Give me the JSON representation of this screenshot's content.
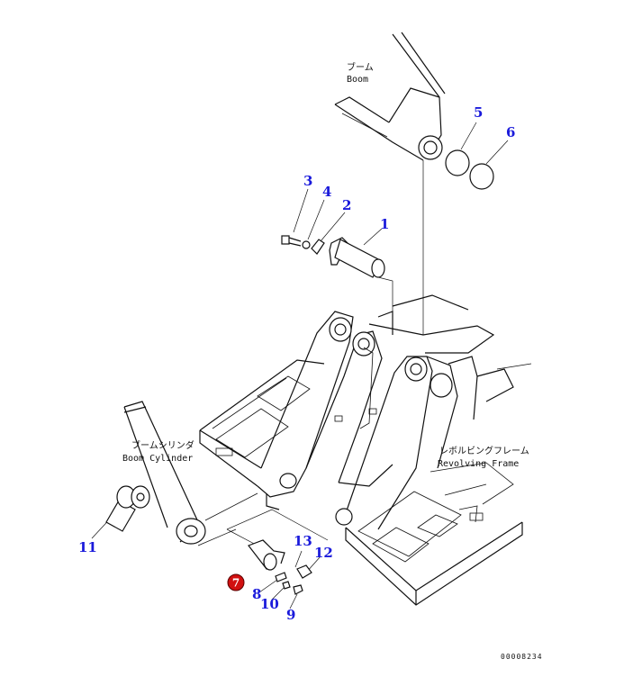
{
  "labels": {
    "boom_jp": "ブーム",
    "boom_en": "Boom",
    "boom_cylinder_jp": "ブームシリンダ",
    "boom_cylinder_en": "Boom Cylinder",
    "revolving_frame_jp": "レボルビングフレーム",
    "revolving_frame_en": "Revolving Frame"
  },
  "callouts": {
    "c1": "1",
    "c2": "2",
    "c3": "3",
    "c4": "4",
    "c5": "5",
    "c6": "6",
    "c7": "7",
    "c8": "8",
    "c9": "9",
    "c10": "10",
    "c11": "11",
    "c12": "12",
    "c13": "13"
  },
  "highlight": {
    "callout": "7",
    "color": "#d11010"
  },
  "drawing_number": "00008234",
  "colors": {
    "callout_text": "#1a1adb",
    "line": "#111111"
  }
}
